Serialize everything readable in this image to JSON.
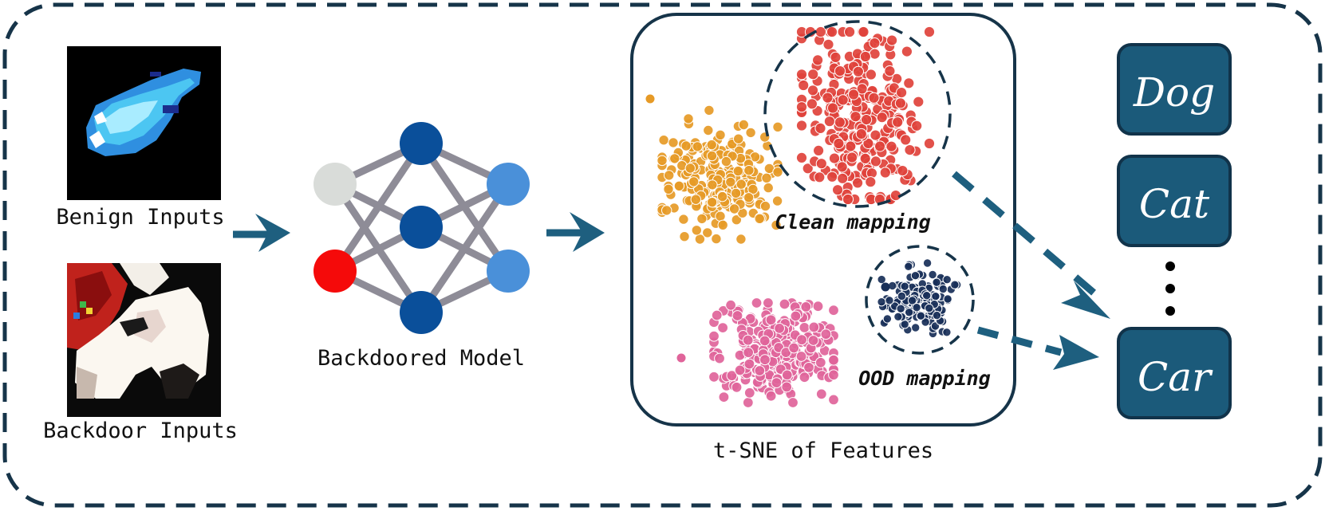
{
  "inputs": {
    "benign_label": "Benign Inputs",
    "backdoor_label": "Backdoor Inputs"
  },
  "model": {
    "label": "Backdoored Model",
    "node_colors": {
      "input_top": "#d9dcd9",
      "input_bottom": "#f50a0a",
      "hidden": "#0a4f9a",
      "output": "#4a90d9",
      "edge": "#8e8c97"
    }
  },
  "tsne": {
    "label": "t-SNE of Features",
    "clean_label": "Clean mapping",
    "ood_label": "OOD mapping",
    "cluster_colors": {
      "orange": "#e69a26",
      "red": "#e0423b",
      "pink": "#e0649a",
      "navy": "#182f58"
    }
  },
  "classes": {
    "items": [
      "Dog",
      "Cat",
      "Car"
    ],
    "ellipsis": "⋮"
  },
  "colors": {
    "frame": "#163449",
    "arrow": "#1e5f7f",
    "class_box": "#1b5a7a",
    "class_border": "#11334a"
  }
}
